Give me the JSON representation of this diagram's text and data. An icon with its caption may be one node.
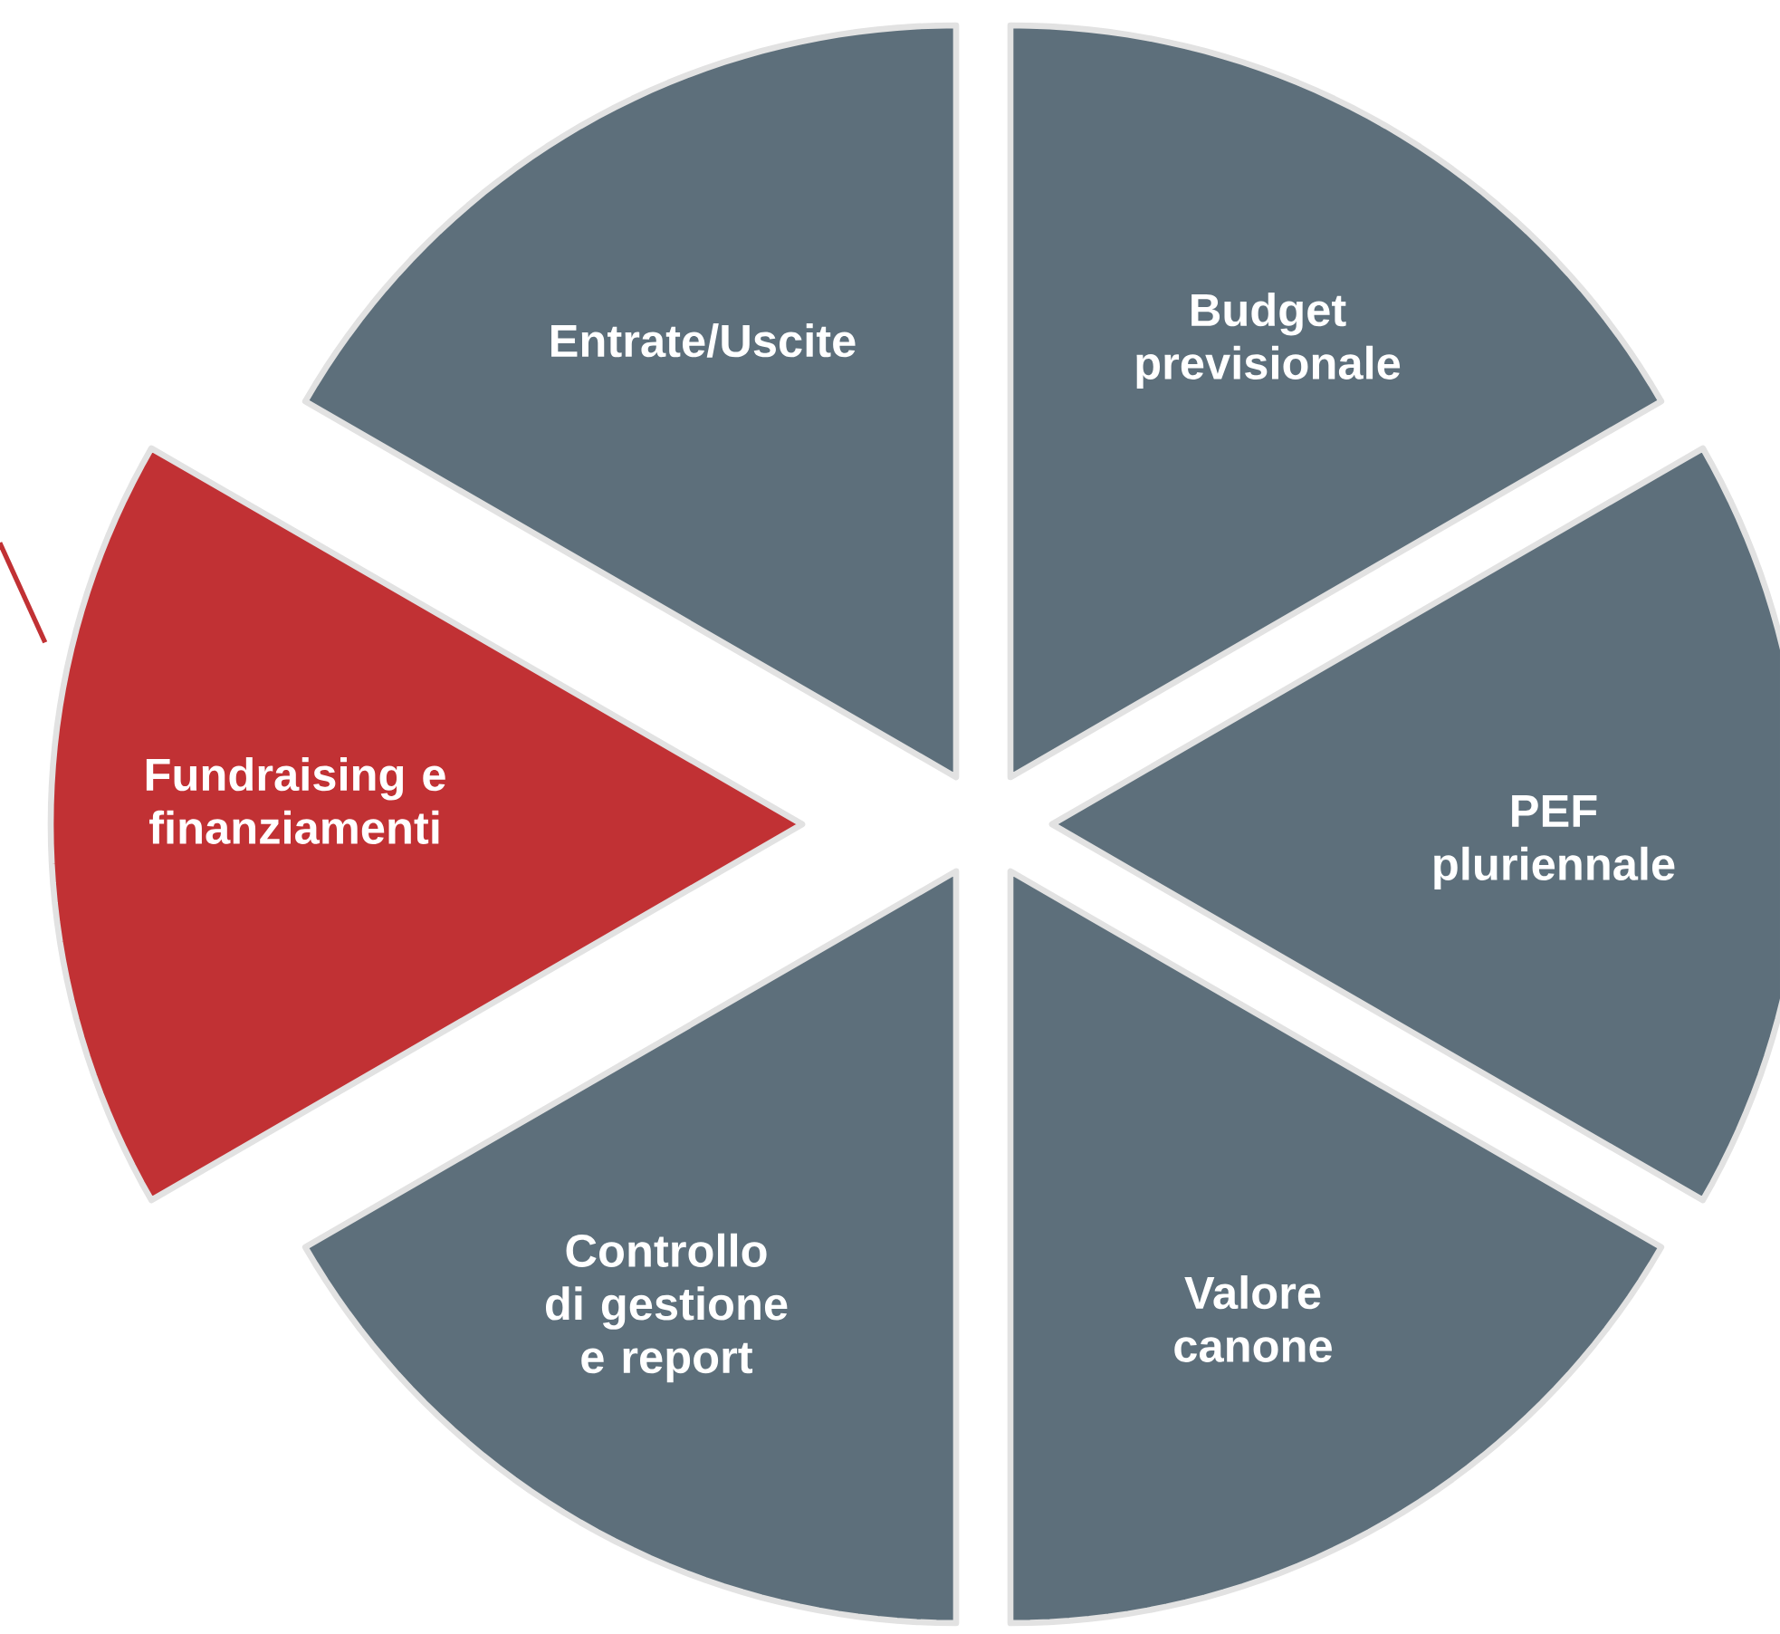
{
  "diagram": {
    "nodes": [
      {
        "text": [
          "Entrate/Uscite"
        ]
      },
      {
        "text": [
          "Budget previsionale"
        ]
      },
      {
        "text": [
          "PEF pluriennale"
        ]
      },
      {
        "text": [
          "Valore canone"
        ]
      },
      {
        "text": [
          "Controllo di gestione e report"
        ]
      },
      {
        "text": [
          "Fundraising e finanziamenti"
        ]
      }
    ],
    "edges": [
      {
        "from": null,
        "to": 5,
        "arrow": "none"
      }
    ]
  }
}
